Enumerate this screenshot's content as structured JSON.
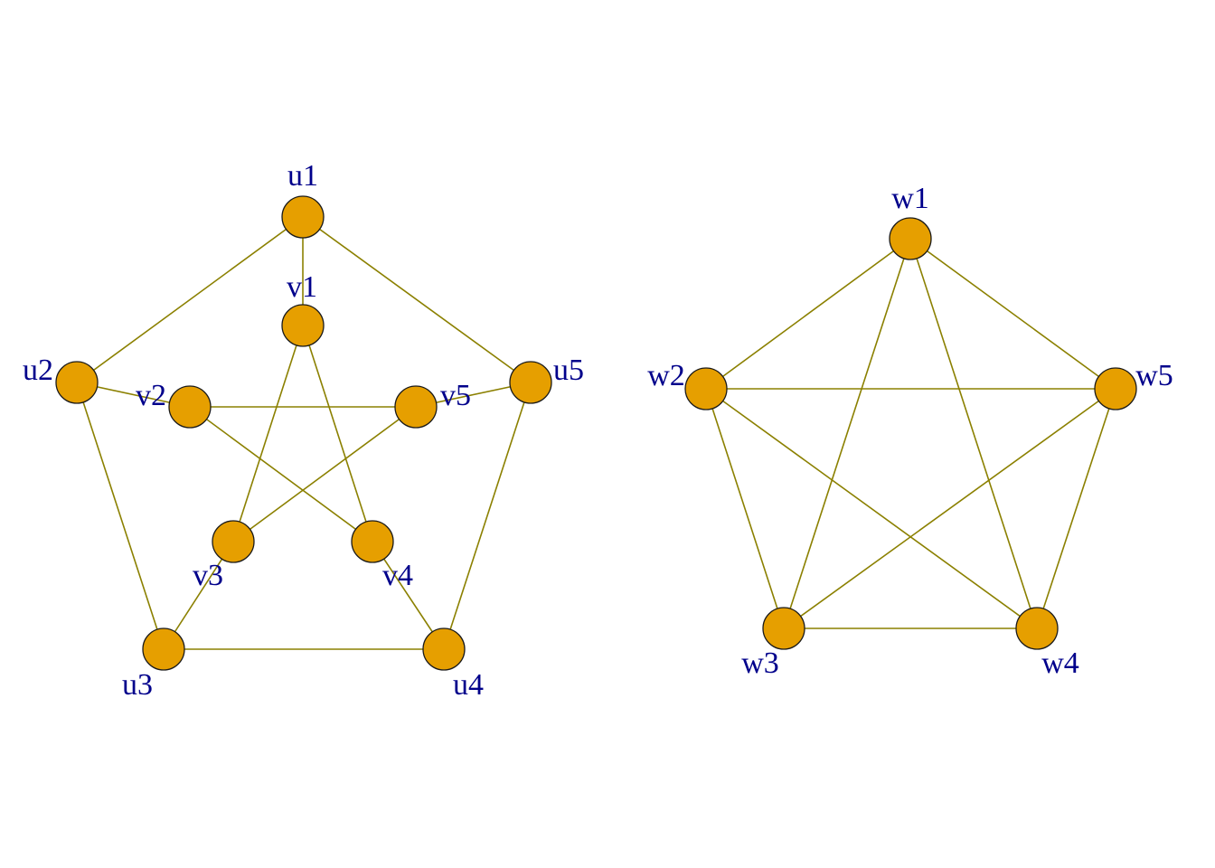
{
  "colors": {
    "edge": "#8B8000",
    "vertex_fill": "#E69F00",
    "vertex_stroke": "#1a1a1a",
    "label": "#00008B",
    "background": "#ffffff"
  },
  "graphs": [
    {
      "id": "petersen",
      "vertices": [
        "u1",
        "u2",
        "u3",
        "u4",
        "u5",
        "v1",
        "v2",
        "v3",
        "v4",
        "v5"
      ],
      "edges": [
        [
          "u1",
          "u2"
        ],
        [
          "u2",
          "u3"
        ],
        [
          "u3",
          "u4"
        ],
        [
          "u4",
          "u5"
        ],
        [
          "u5",
          "u1"
        ],
        [
          "u1",
          "v1"
        ],
        [
          "u2",
          "v2"
        ],
        [
          "u3",
          "v3"
        ],
        [
          "u4",
          "v4"
        ],
        [
          "u5",
          "v5"
        ],
        [
          "v1",
          "v3"
        ],
        [
          "v3",
          "v5"
        ],
        [
          "v5",
          "v2"
        ],
        [
          "v2",
          "v4"
        ],
        [
          "v4",
          "v1"
        ]
      ]
    },
    {
      "id": "complete-k5",
      "vertices": [
        "w1",
        "w2",
        "w3",
        "w4",
        "w5"
      ],
      "edges": [
        [
          "w1",
          "w2"
        ],
        [
          "w1",
          "w3"
        ],
        [
          "w1",
          "w4"
        ],
        [
          "w1",
          "w5"
        ],
        [
          "w2",
          "w3"
        ],
        [
          "w2",
          "w4"
        ],
        [
          "w2",
          "w5"
        ],
        [
          "w3",
          "w4"
        ],
        [
          "w3",
          "w5"
        ],
        [
          "w4",
          "w5"
        ]
      ]
    }
  ]
}
